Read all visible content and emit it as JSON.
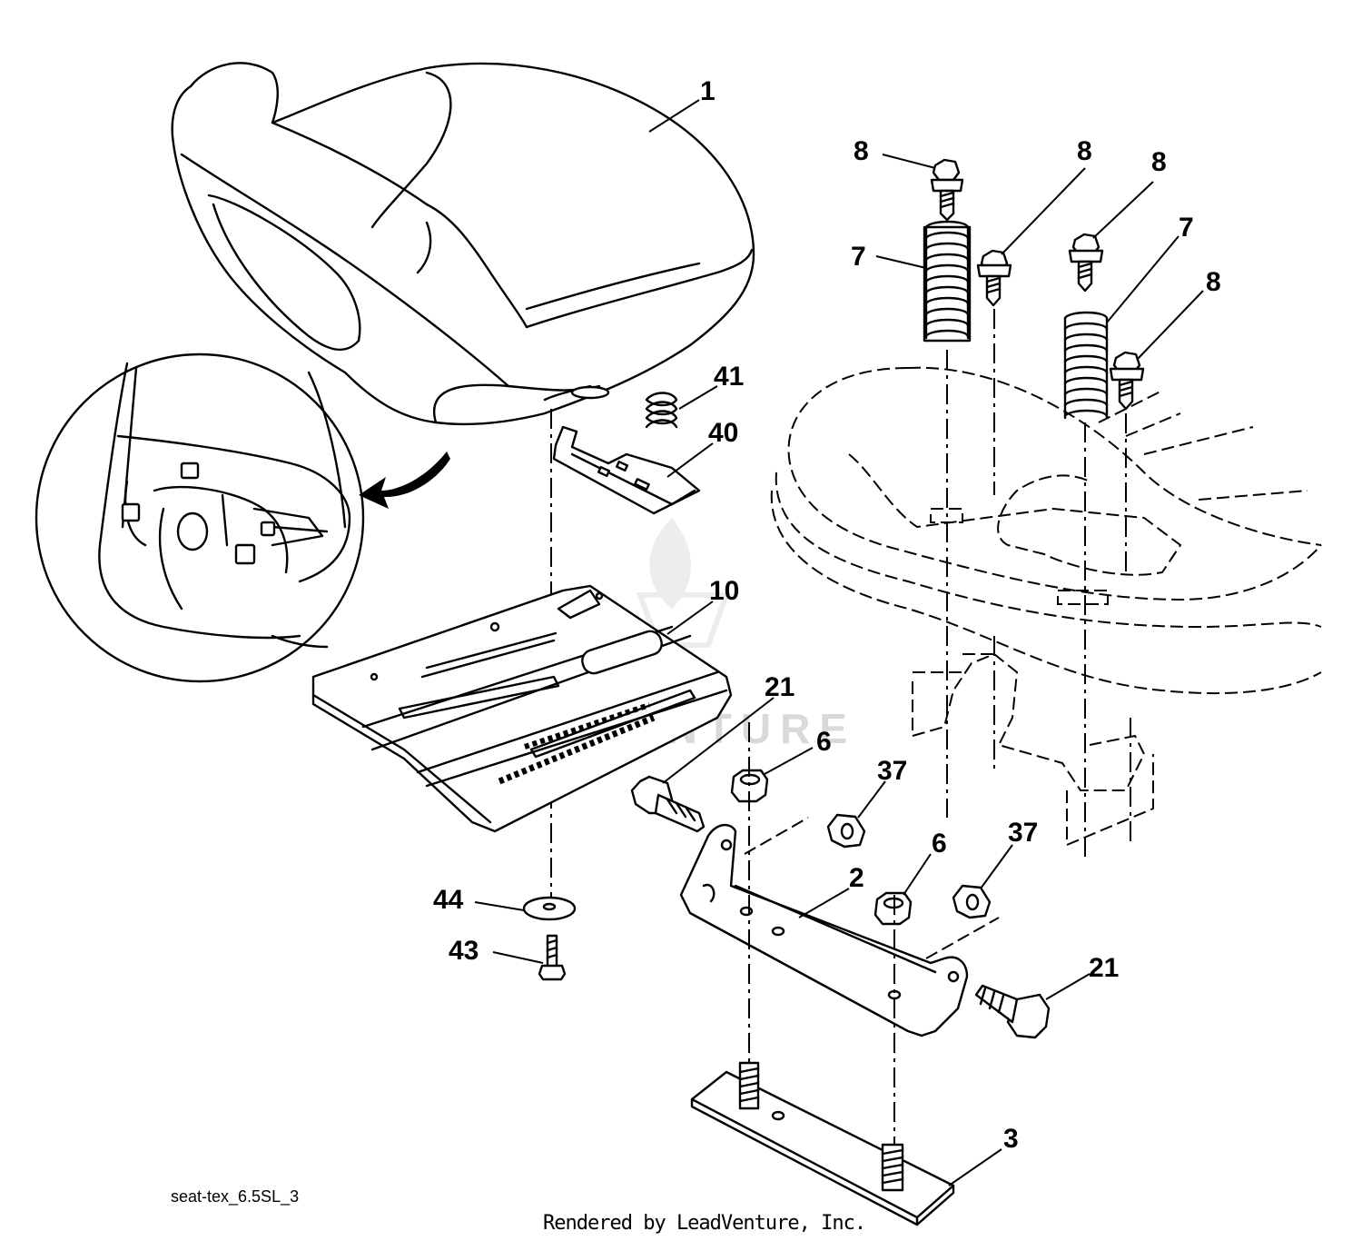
{
  "diagram": {
    "part_numbers": {
      "p1": "1",
      "p8a": "8",
      "p8b": "8",
      "p8c": "8",
      "p8d": "8",
      "p7a": "7",
      "p7b": "7",
      "p41": "41",
      "p40": "40",
      "p10": "10",
      "p21a": "21",
      "p21b": "21",
      "p6a": "6",
      "p6b": "6",
      "p37a": "37",
      "p37b": "37",
      "p2": "2",
      "p44": "44",
      "p43": "43",
      "p3": "3"
    },
    "watermark": "LEADVENTURE",
    "file_label": "seat-tex_6.5SL_3",
    "render_credit": "Rendered by LeadVenture, Inc."
  }
}
